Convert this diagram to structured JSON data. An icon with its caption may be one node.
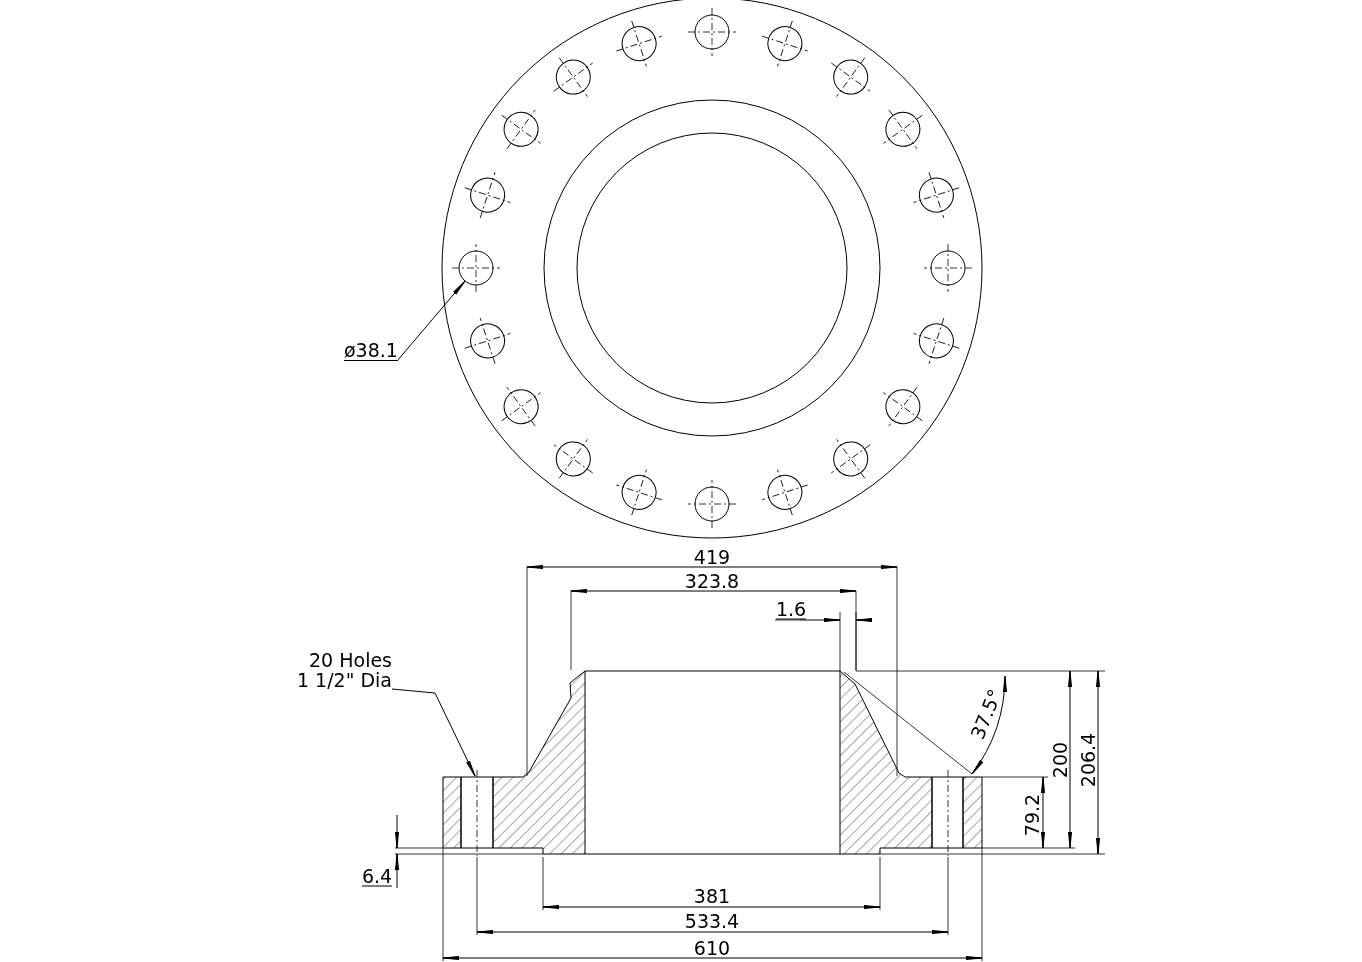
{
  "diagram": {
    "nodes": [
      {
        "text": [
          "ø38.1"
        ]
      },
      {
        "text": [],
        "shape": "circle"
      },
      {
        "text": [
          "20 Holes 1 1/2\" Dia"
        ]
      }
    ],
    "edges": [
      {
        "from": 0,
        "to": 1,
        "arrow": "to"
      },
      {
        "from": 2,
        "to": null,
        "arrow": "to"
      }
    ],
    "labels": [
      "419",
      "323.8",
      "1.6",
      "37.5°",
      "200",
      "206.4",
      "79.2",
      "6.4",
      "381",
      "533.4",
      "610"
    ]
  }
}
